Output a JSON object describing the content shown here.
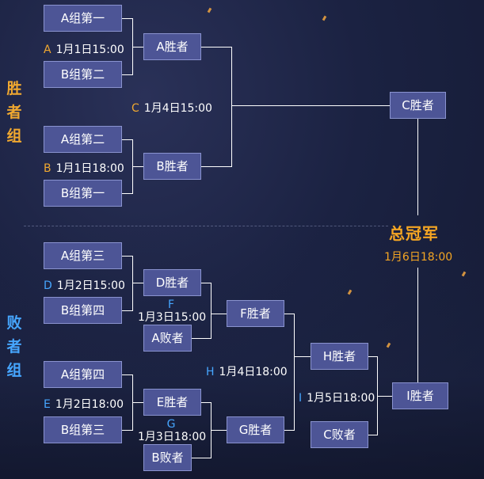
{
  "groups": {
    "winners": [
      "胜",
      "者",
      "组"
    ],
    "losers": [
      "败",
      "者",
      "组"
    ]
  },
  "champion": {
    "title": "总冠军",
    "time": "1月6日18:00"
  },
  "teams": {
    "a1": "A组第一",
    "b2": "B组第二",
    "a2": "A组第二",
    "b1": "B组第一",
    "a3": "A组第三",
    "b4": "B组第四",
    "a4": "A组第四",
    "b3": "B组第三"
  },
  "winners": {
    "a": "A胜者",
    "b": "B胜者",
    "c": "C胜者",
    "d": "D胜者",
    "e": "E胜者",
    "f": "F胜者",
    "g": "G胜者",
    "h": "H胜者",
    "i": "I胜者"
  },
  "losers": {
    "a": "A败者",
    "b": "B败者",
    "c": "C败者"
  },
  "matches": {
    "a": {
      "letter": "A",
      "time": "1月1日15:00"
    },
    "b": {
      "letter": "B",
      "time": "1月1日18:00"
    },
    "c": {
      "letter": "C",
      "time": "1月4日15:00"
    },
    "d": {
      "letter": "D",
      "time": "1月2日15:00"
    },
    "e": {
      "letter": "E",
      "time": "1月2日18:00"
    },
    "f": {
      "letter": "F",
      "time": "1月3日15:00"
    },
    "g": {
      "letter": "G",
      "time": "1月3日18:00"
    },
    "h": {
      "letter": "H",
      "time": "1月4日18:00"
    },
    "i": {
      "letter": "I",
      "time": "1月5日18:00"
    }
  },
  "colors": {
    "winners_accent": "#f0a830",
    "losers_accent": "#46a6ff",
    "champion": "#f5a623",
    "box": "#4d5596"
  }
}
